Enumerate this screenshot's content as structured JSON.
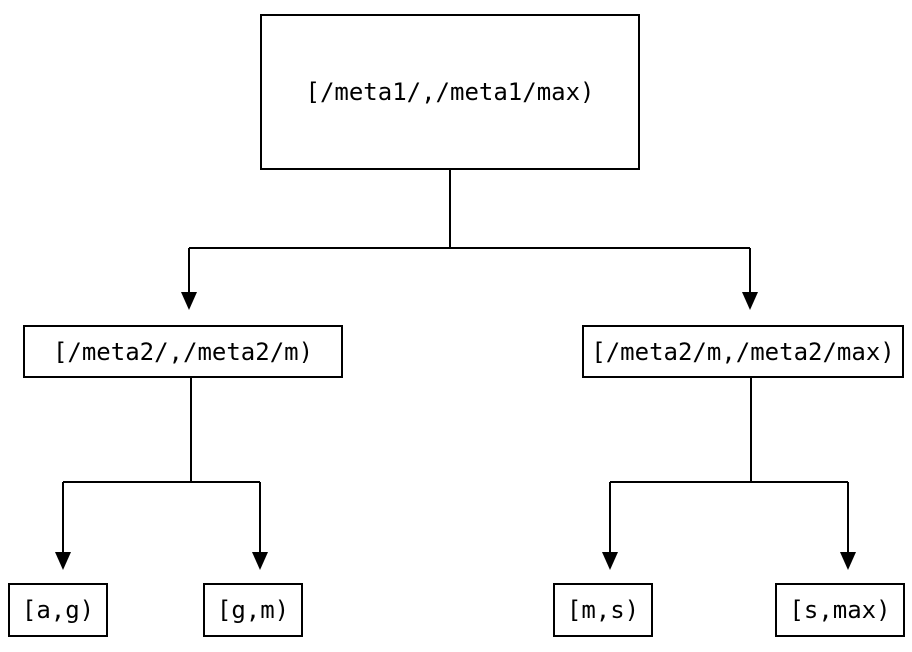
{
  "diagram": {
    "type": "tree",
    "background_color": "#ffffff",
    "line_color": "#000000",
    "root": {
      "label": "[/meta1/,/meta1/max)"
    },
    "level2": [
      {
        "label": "[/meta2/,/meta2/m)"
      },
      {
        "label": "[/meta2/m,/meta2/max)"
      }
    ],
    "leaves": [
      {
        "label": "[a,g)"
      },
      {
        "label": "[g,m)"
      },
      {
        "label": "[m,s)"
      },
      {
        "label": "[s,max)"
      }
    ],
    "edges": [
      {
        "from": "root",
        "to": "level2.0"
      },
      {
        "from": "root",
        "to": "level2.1"
      },
      {
        "from": "level2.0",
        "to": "leaves.0"
      },
      {
        "from": "level2.0",
        "to": "leaves.1"
      },
      {
        "from": "level2.1",
        "to": "leaves.2"
      },
      {
        "from": "level2.1",
        "to": "leaves.3"
      }
    ]
  }
}
